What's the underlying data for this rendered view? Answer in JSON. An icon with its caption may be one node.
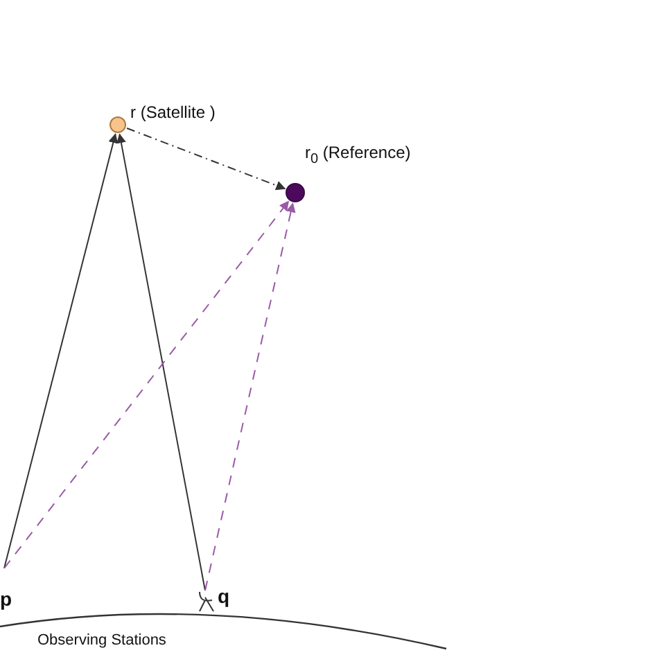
{
  "diagram": {
    "nodes": [
      {
        "text": [
          "r (Satellite )"
        ]
      },
      {
        "text": [
          "r$_{0}$ (Reference)"
        ]
      },
      {
        "text": [
          "p"
        ]
      },
      {
        "text": [
          "q"
        ]
      }
    ],
    "edges": [
      {
        "from": 2,
        "to": 0,
        "arrow": "to"
      },
      {
        "from": 3,
        "to": 0,
        "arrow": "to"
      },
      {
        "from": 0,
        "to": 1,
        "arrow": "to",
        "style": "dashed"
      },
      {
        "from": 2,
        "to": 1,
        "arrow": "to",
        "style": "dashed",
        "color": "#9a5aa6"
      },
      {
        "from": 3,
        "to": 1,
        "arrow": "to",
        "style": "dashed",
        "color": "#9a5aa6"
      }
    ],
    "labels": [
      "Observing Stations"
    ]
  }
}
